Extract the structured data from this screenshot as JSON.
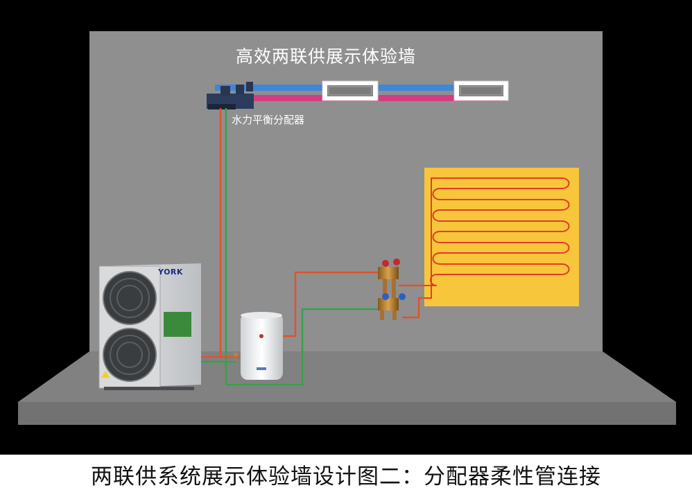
{
  "diagram": {
    "wall_title": "高效两联供展示体验墙",
    "distributor_label": "水力平衡分配器",
    "outdoor_unit_brand": "YORK",
    "caption": "两联供系统展示体验墙设计图二：分配器柔性管连接"
  },
  "colors": {
    "background": "#000000",
    "wall": "#8f8f90",
    "floor": "#7a7a7b",
    "supply_pipe": "#e0532a",
    "return_pipe": "#3aa04a",
    "chilled_pipe": "#3f86d6",
    "hot_pipe": "#d43c82",
    "floor_heating_panel": "#f7c63a",
    "floor_heating_coil": "#e23b2b"
  },
  "components": [
    {
      "name": "outdoor-heat-pump-unit",
      "icon": "fan-unit-icon"
    },
    {
      "name": "water-tank",
      "icon": "cylinder-tank-icon"
    },
    {
      "name": "hydraulic-distributor",
      "icon": "manifold-icon"
    },
    {
      "name": "fan-coil-unit-1",
      "icon": "fan-coil-icon"
    },
    {
      "name": "fan-coil-unit-2",
      "icon": "fan-coil-icon"
    },
    {
      "name": "floor-heating-manifold",
      "icon": "brass-manifold-icon"
    },
    {
      "name": "floor-heating-panel",
      "icon": "heating-coil-icon"
    }
  ]
}
